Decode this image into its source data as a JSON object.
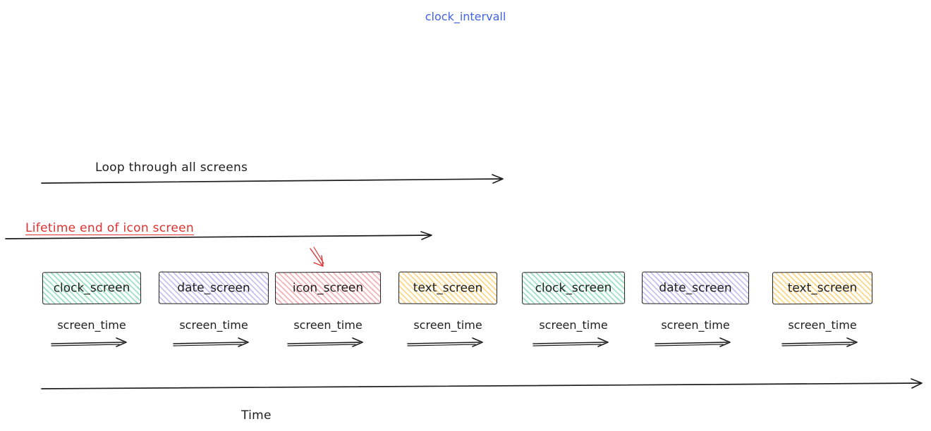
{
  "title": "clock_intervall",
  "colors": {
    "title": "#4263eb",
    "red": "#e03131",
    "ink": "#1e1e1e"
  },
  "loop_arrow": {
    "label": "Loop through all screens"
  },
  "lifetime_arrow": {
    "label": "Lifetime end of icon screen"
  },
  "time_axis": {
    "label": "Time"
  },
  "screen_time_label": "screen_time",
  "screens": [
    {
      "label": "clock_screen",
      "fill": "#9fe3c6"
    },
    {
      "label": "date_screen",
      "fill": "#c9c2f0"
    },
    {
      "label": "icon_screen",
      "fill": "#f5b3ba"
    },
    {
      "label": "text_screen",
      "fill": "#fcd98a"
    },
    {
      "label": "clock_screen",
      "fill": "#9fe3c6"
    },
    {
      "label": "date_screen",
      "fill": "#c9c2f0"
    },
    {
      "label": "text_screen",
      "fill": "#fcd98a"
    }
  ]
}
